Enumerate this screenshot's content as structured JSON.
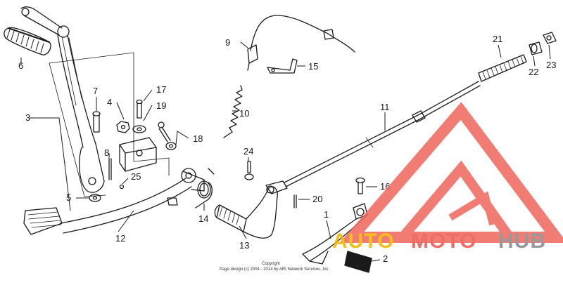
{
  "parts": [
    {
      "id": "part-1",
      "label": "1"
    },
    {
      "id": "part-2",
      "label": "2"
    },
    {
      "id": "part-3",
      "label": "3"
    },
    {
      "id": "part-4",
      "label": "4"
    },
    {
      "id": "part-5",
      "label": "5"
    },
    {
      "id": "part-6",
      "label": "6"
    },
    {
      "id": "part-7",
      "label": "7"
    },
    {
      "id": "part-8",
      "label": "8"
    },
    {
      "id": "part-9",
      "label": "9"
    },
    {
      "id": "part-10",
      "label": "10"
    },
    {
      "id": "part-11",
      "label": "11"
    },
    {
      "id": "part-12",
      "label": "12"
    },
    {
      "id": "part-13",
      "label": "13"
    },
    {
      "id": "part-14",
      "label": "14"
    },
    {
      "id": "part-15",
      "label": "15"
    },
    {
      "id": "part-16",
      "label": "16"
    },
    {
      "id": "part-17",
      "label": "17"
    },
    {
      "id": "part-18",
      "label": "18"
    },
    {
      "id": "part-19",
      "label": "19"
    },
    {
      "id": "part-20",
      "label": "20"
    },
    {
      "id": "part-21",
      "label": "21"
    },
    {
      "id": "part-22",
      "label": "22"
    },
    {
      "id": "part-23",
      "label": "23"
    },
    {
      "id": "part-24",
      "label": "24"
    },
    {
      "id": "part-25",
      "label": "25"
    }
  ],
  "copyright": {
    "line1": "Copyright",
    "line2": "Page design (c) 2004 - 2014 by ARI Network Services, Inc."
  },
  "watermark": {
    "text_auto": "AUTO",
    "text_moto": "MOTO",
    "text_hub": "HUB",
    "colors": {
      "triangle": "#f06a60",
      "auto": "#f4b400",
      "moto": "#ee5a50",
      "hub": "#8c8c8c"
    }
  }
}
